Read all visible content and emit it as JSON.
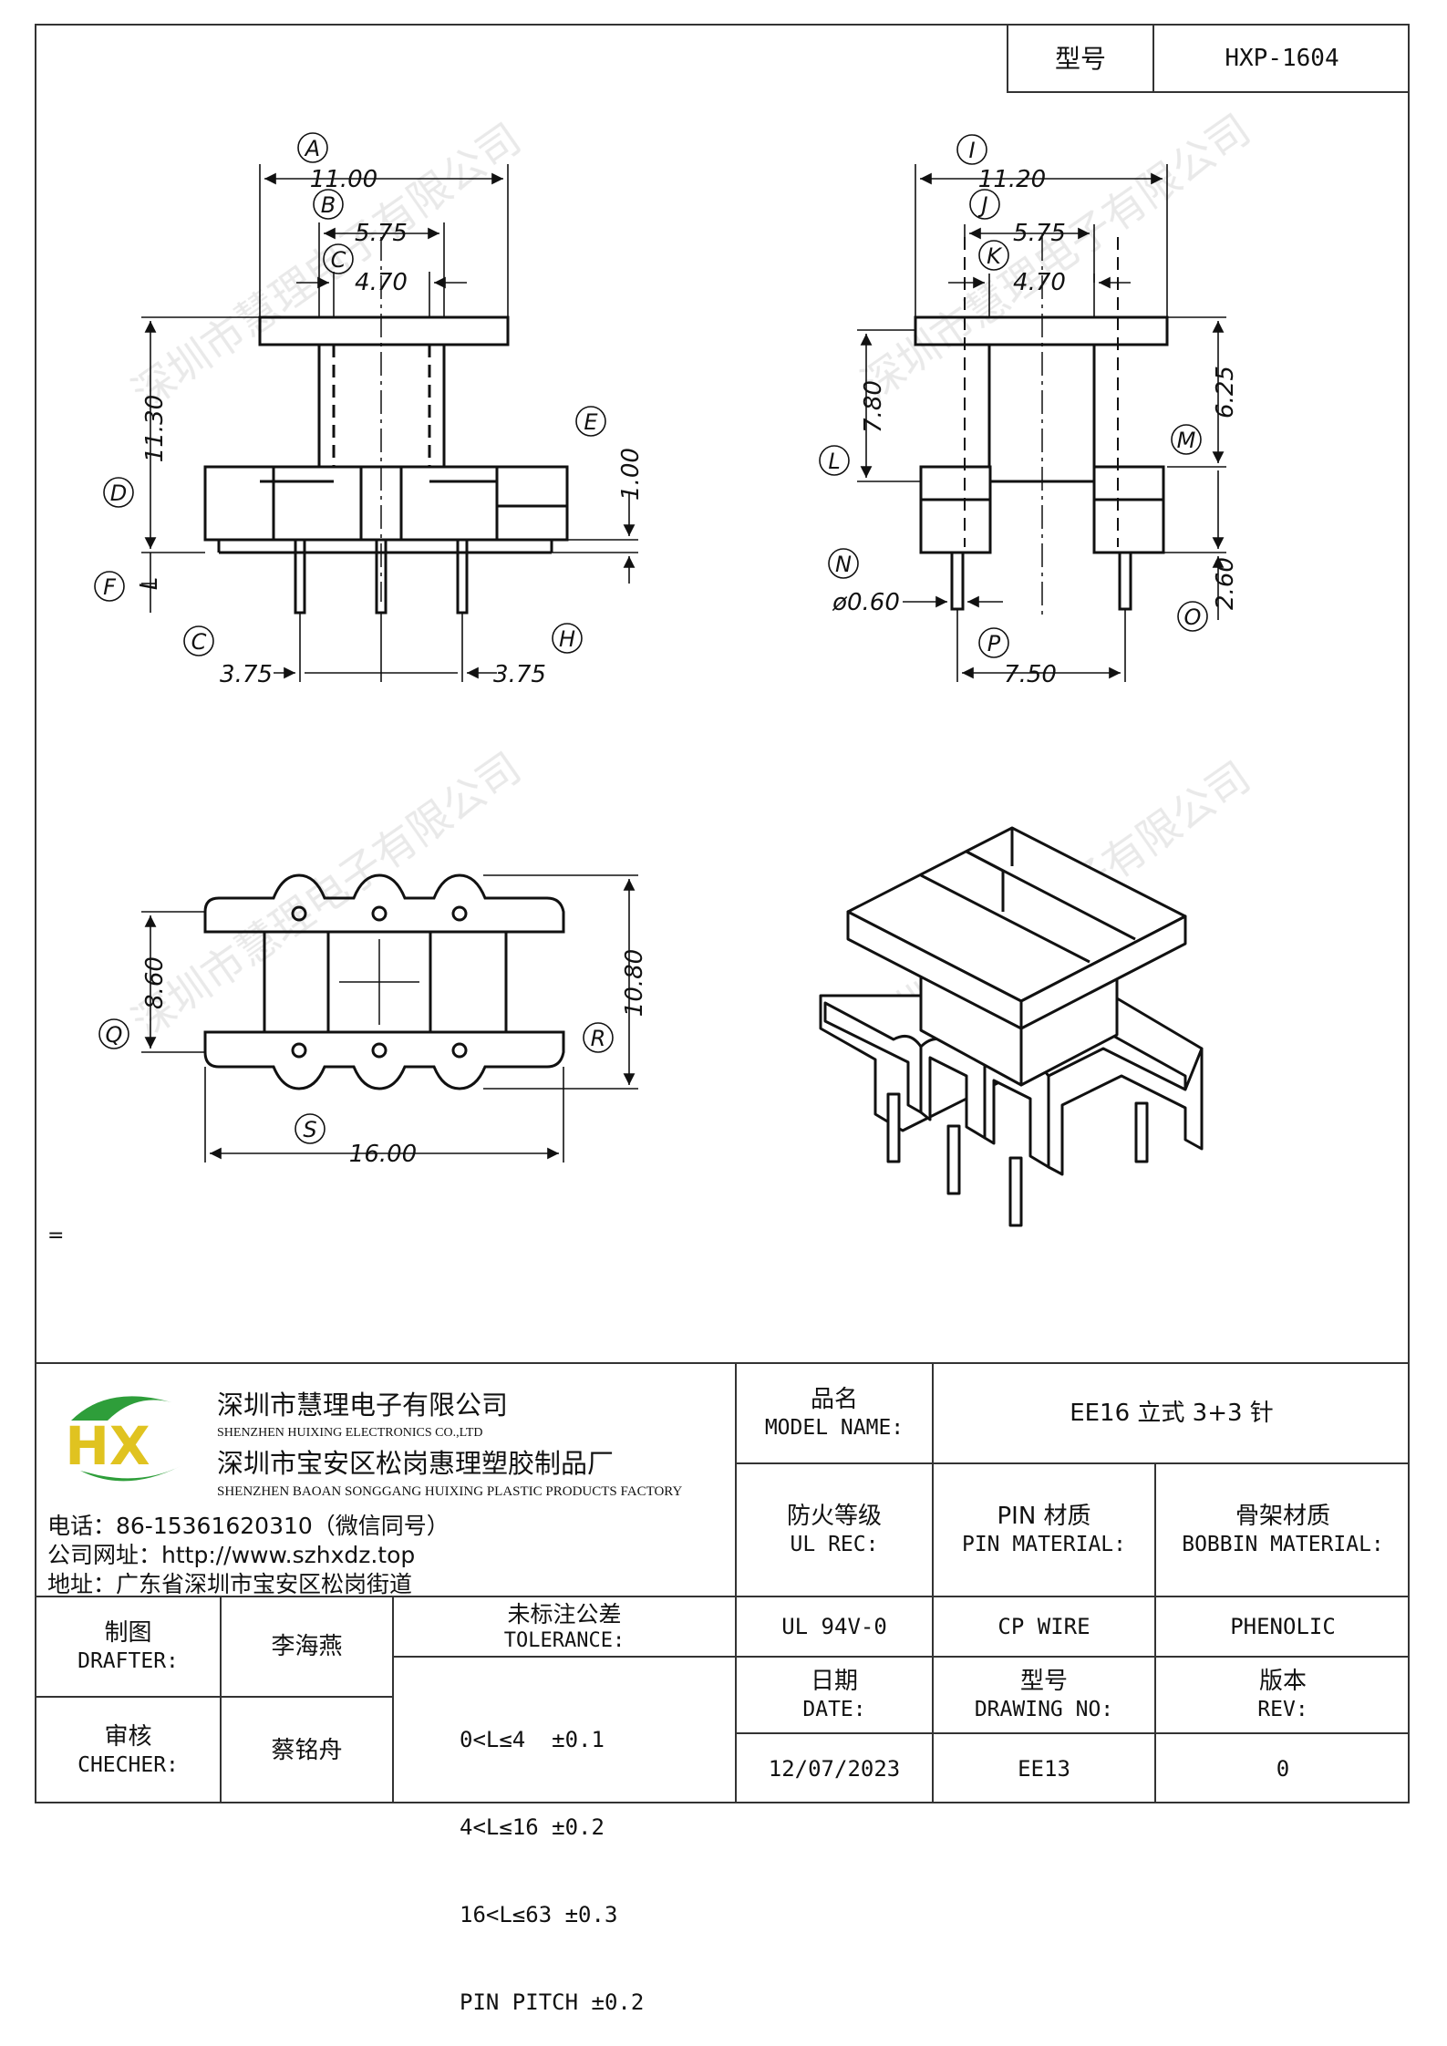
{
  "header": {
    "model_label": "型号",
    "model_value": "HXP-1604"
  },
  "drawing": {
    "front": {
      "A": "A",
      "B": "B",
      "C": "C",
      "D": "D",
      "E": "E",
      "F": "F",
      "C2": "C",
      "H": "H",
      "dim_A": "11.00",
      "dim_B": "5.75",
      "dim_C": "4.70",
      "dim_D": "11.30",
      "dim_E": "1.00",
      "dim_F": "L",
      "dim_C2": "3.75",
      "dim_H": "3.75"
    },
    "side": {
      "I": "I",
      "J": "J",
      "K": "K",
      "L": "L",
      "M": "M",
      "N": "N",
      "O": "O",
      "P": "P",
      "dim_I": "11.20",
      "dim_J": "5.75",
      "dim_K": "4.70",
      "dim_L": "7.80",
      "dim_M": "6.25",
      "dim_N": "ø0.60",
      "dim_O": "2.60",
      "dim_P": "7.50"
    },
    "bottom": {
      "Q": "Q",
      "R": "R",
      "S": "S",
      "dim_Q": "8.60",
      "dim_R": "10.80",
      "dim_S": "16.00"
    },
    "note": "="
  },
  "watermark": "深圳市慧理电子有限公司",
  "company": {
    "logo_text": "HX",
    "name_cn": "深圳市慧理电子有限公司",
    "name_en": "SHENZHEN HUIXING ELECTRONICS CO.,LTD",
    "factory_cn": "深圳市宝安区松岗惠理塑胶制品厂",
    "factory_en": "SHENZHEN BAOAN SONGGANG HUIXING PLASTIC PRODUCTS FACTORY",
    "phone": "电话：86-15361620310（微信同号）",
    "website": "公司网址：http://www.szhxdz.top",
    "address": "地址：广东省深圳市宝安区松岗街道"
  },
  "title_block": {
    "model_name_cn": "品名",
    "model_name_en": "MODEL NAME:",
    "model_name_value": "EE16 立式 3+3 针",
    "ul_cn": "防火等级",
    "ul_en": "UL REC:",
    "pin_material_cn": "PIN 材质",
    "pin_material_en": "PIN MATERIAL:",
    "bobbin_material_cn": "骨架材质",
    "bobbin_material_en": "BOBBIN MATERIAL:",
    "ul_value": "UL 94V-0",
    "pin_value": "CP WIRE",
    "bobbin_value": "PHENOLIC",
    "drafter_cn": "制图",
    "drafter_en": "DRAFTER:",
    "drafter_name": "李海燕",
    "checker_cn": "审核",
    "checker_en": "CHECHER:",
    "checker_name": "蔡铭舟",
    "tolerance_cn": "未标注公差",
    "tolerance_en": "TOLERANCE:",
    "tolerance_lines": [
      "0<L≤4  ±0.1",
      "4<L≤16 ±0.2",
      "16<L≤63 ±0.3",
      "PIN PITCH ±0.2"
    ],
    "date_cn": "日期",
    "date_en": "DATE:",
    "date_value": "12/07/2023",
    "drawing_no_cn": "型号",
    "drawing_no_en": "DRAWING NO:",
    "drawing_no_value": "EE13",
    "rev_cn": "版本",
    "rev_en": "REV:",
    "rev_value": "0"
  }
}
